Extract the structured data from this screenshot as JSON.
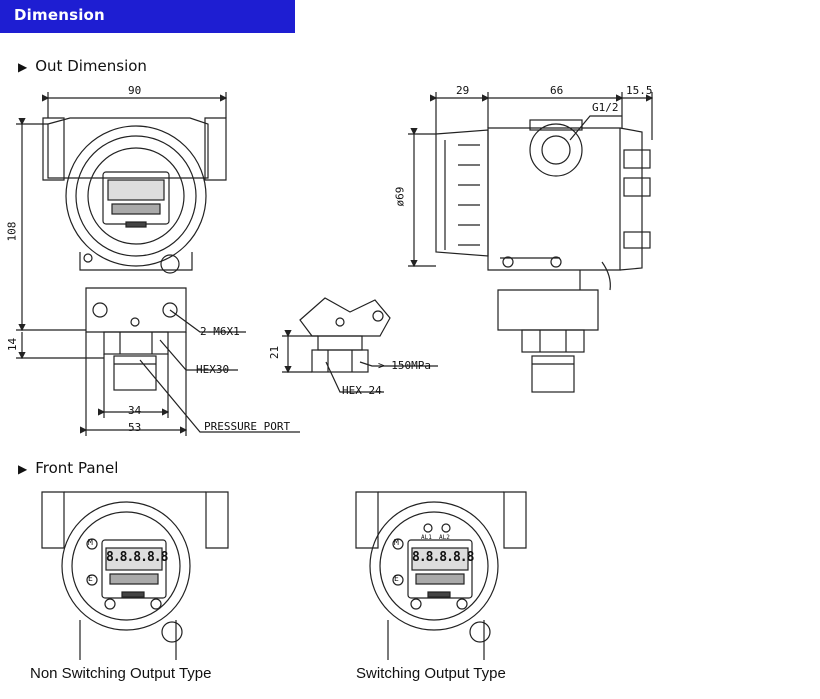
{
  "header": {
    "title": "Dimension"
  },
  "sections": {
    "out_dimension": "Out Dimension",
    "front_panel": "Front Panel"
  },
  "dims": {
    "width_90": "90",
    "height_108": "108",
    "height_14": "14",
    "bolt": "2-M6X1",
    "hex30": "HEX30",
    "w34": "34",
    "w53": "53",
    "port": "PRESSURE PORT",
    "h21": "21",
    "pressure": "> 150MPa",
    "hex24": "HEX 24",
    "d29": "29",
    "d66": "66",
    "d15_5": "15.5",
    "g12": "G1/2",
    "dia69": "ø69"
  },
  "panel_labels": {
    "m": "M",
    "e": "E",
    "al1": "AL1",
    "al2": "AL2",
    "digits": "8.8.8.8.8"
  },
  "captions": {
    "non_switching": "Non Switching Output Type",
    "switching": "Switching Output Type"
  }
}
